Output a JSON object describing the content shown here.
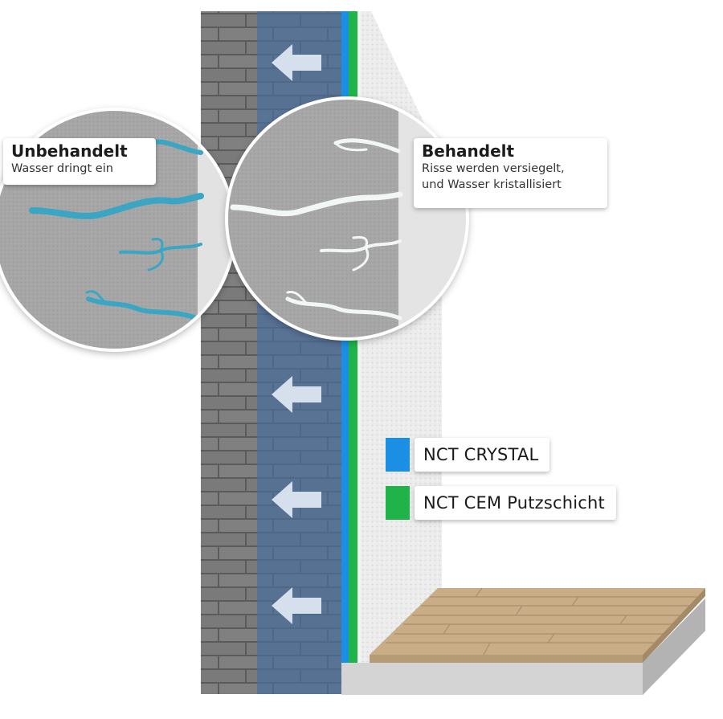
{
  "labels": {
    "untreated": {
      "title": "Unbehandelt",
      "subtitle": "Wasser dringt ein"
    },
    "treated": {
      "title": "Behandelt",
      "line1": "Risse werden versiegelt,",
      "line2": "und Wasser kristallisiert"
    }
  },
  "legend": [
    {
      "label": "NCT CRYSTAL",
      "color": "#1a8fe3"
    },
    {
      "label": "NCT CEM Putzschicht",
      "color": "#1fb34a"
    }
  ],
  "colors": {
    "brick": "#7d7d7d",
    "mortar": "#5a5a5a",
    "wet_zone": "#6c86ad",
    "render": "#e9e9e9",
    "floor_wood": "#c9b08e",
    "water_crack": "#3aa6c4",
    "sealed_crack": "#f2f6f7"
  },
  "icons": [
    "arrow-left-icon"
  ]
}
